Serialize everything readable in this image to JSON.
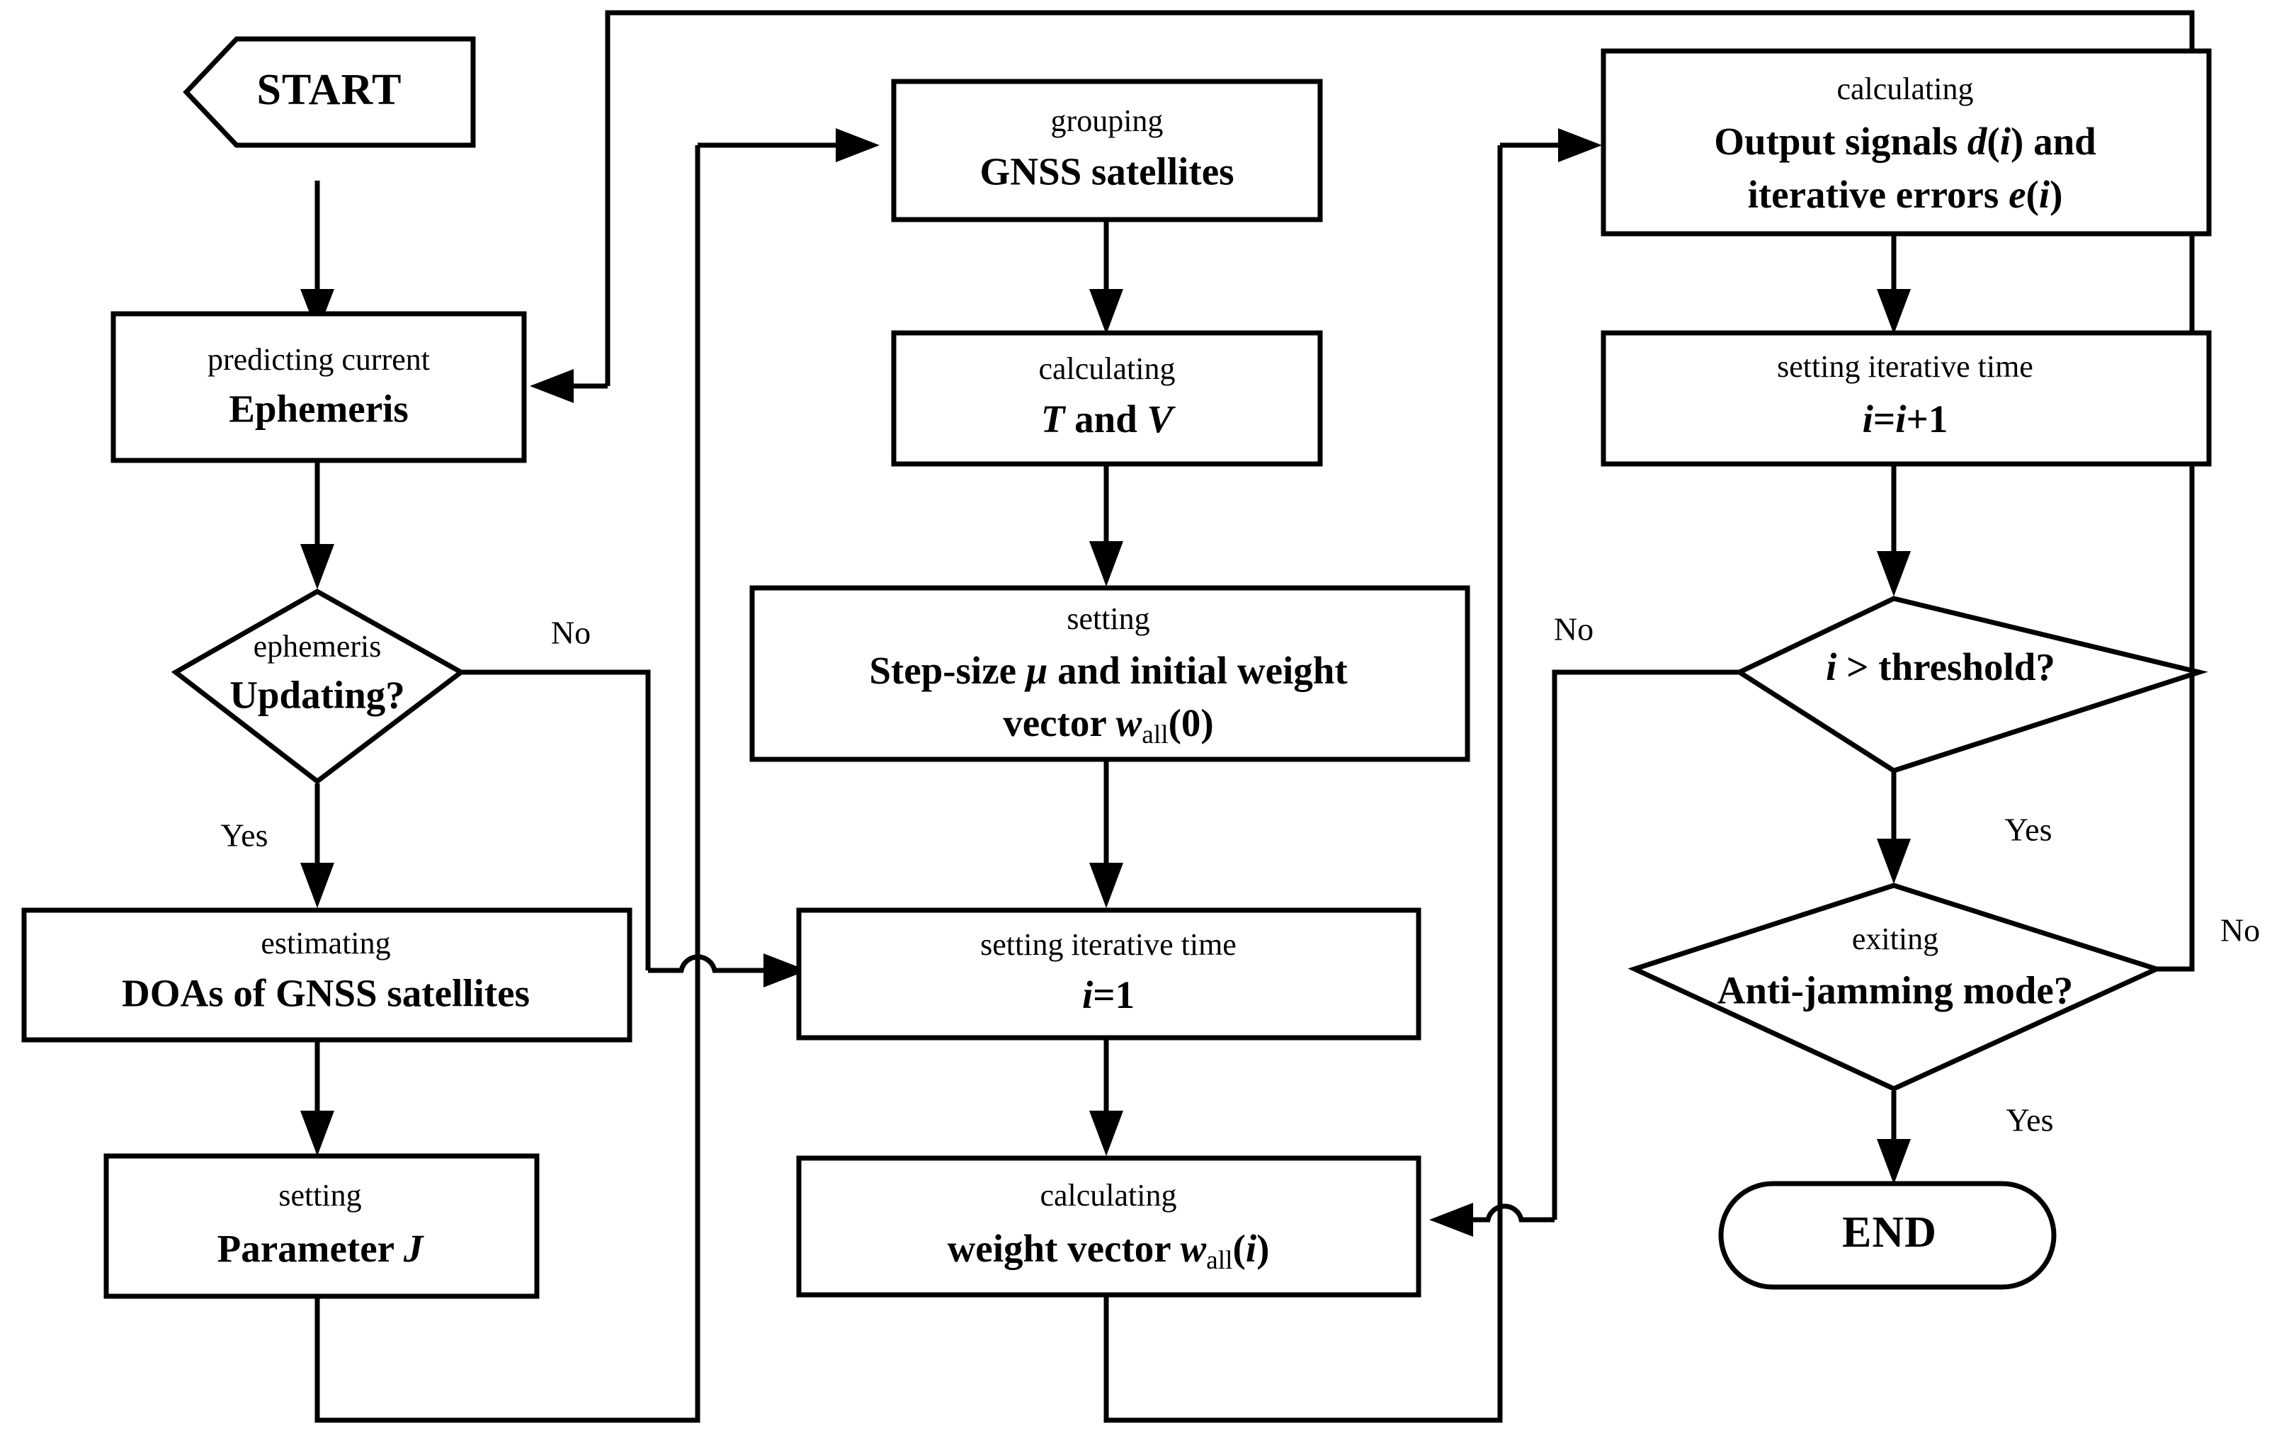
{
  "diagram": {
    "title": "GNSS anti-jamming adaptive beamforming flowchart",
    "background_color": "#ffffff",
    "line_color": "#000000",
    "nodes": {
      "start": {
        "shape": "hexagon",
        "label": "START"
      },
      "predict_ephemeris": {
        "shape": "process",
        "line1": "predicting current",
        "line2": "Ephemeris"
      },
      "ephemeris_updating": {
        "shape": "decision",
        "line1": "ephemeris",
        "line2": "Updating?"
      },
      "estimate_doas": {
        "shape": "process",
        "line1": "estimating",
        "line2": "DOAs of  GNSS satellites"
      },
      "set_parameter_j": {
        "shape": "process",
        "line1": "setting",
        "line2_pre": "Parameter ",
        "line2_var": "J"
      },
      "group_satellites": {
        "shape": "process",
        "line1": "grouping",
        "line2": "GNSS satellites"
      },
      "calc_t_v": {
        "shape": "process",
        "line1": "calculating",
        "line2_var1": "T",
        "line2_mid": " and ",
        "line2_var2": "V"
      },
      "set_stepsize": {
        "shape": "process",
        "line1": "setting",
        "line2_pre": "Step-size ",
        "line2_mu": "μ",
        "line2_post": " and initial weight",
        "line3_pre": "vector  ",
        "line3_var": "w",
        "line3_sub": "all",
        "line3_post": "(0)"
      },
      "set_iter_time_1": {
        "shape": "process",
        "line1": "setting iterative time",
        "line2_var": "i",
        "line2_rest": "=1"
      },
      "calc_weight_vector": {
        "shape": "process",
        "line1": "calculating",
        "line2_pre": "weight vector  ",
        "line2_var": "w",
        "line2_sub": "all",
        "line2_mid": "(",
        "line2_var2": "i",
        "line2_post": ")"
      },
      "calc_output_signals": {
        "shape": "process",
        "line1": "calculating",
        "line2_pre": "Output signals ",
        "line2_var": "d",
        "line2_mid": "(",
        "line2_var2": "i",
        "line2_post": ") and",
        "line3_pre": "iterative errors ",
        "line3_var": "e",
        "line3_mid": "(",
        "line3_var2": "i",
        "line3_post": ")"
      },
      "set_iter_time_inc": {
        "shape": "process",
        "line1": "setting iterative time",
        "line2_var": "i",
        "line2_rest": "=",
        "line2_var2": "i",
        "line2_rest2": "+1"
      },
      "threshold_check": {
        "shape": "decision",
        "line1_var": "i",
        "line1_rest": " > threshold?"
      },
      "exit_antijam": {
        "shape": "decision",
        "line1": "exiting",
        "line2": "Anti-jamming mode?"
      },
      "end": {
        "shape": "terminator",
        "label": "END"
      }
    },
    "edge_labels": {
      "updating_no": "No",
      "updating_yes": "Yes",
      "threshold_no": "No",
      "threshold_yes": "Yes",
      "exit_no": "No",
      "exit_yes": "Yes"
    }
  }
}
